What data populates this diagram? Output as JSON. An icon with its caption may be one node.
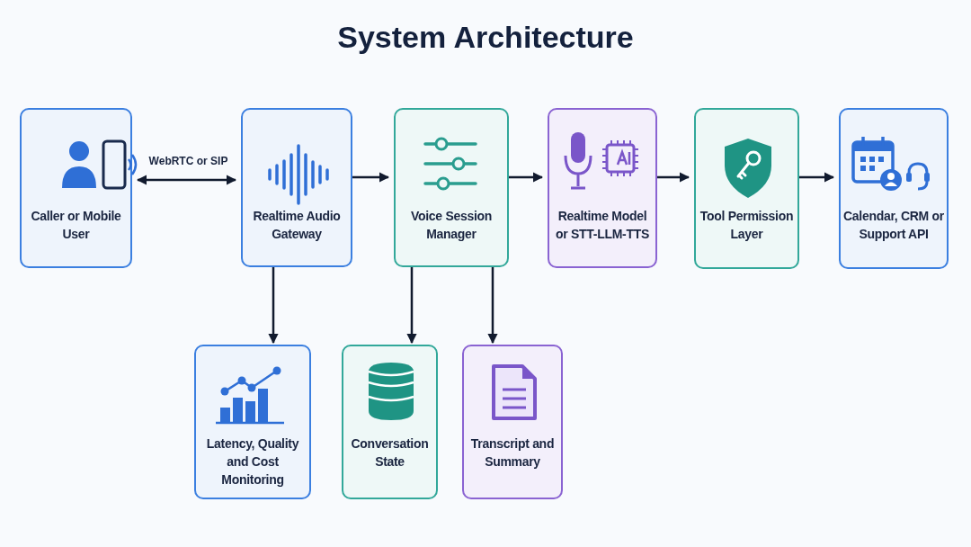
{
  "diagram": {
    "title": "System Architecture",
    "nodes": [
      {
        "text": [
          "Caller or Mobile User"
        ]
      },
      {
        "text": [
          "Realtime Audio Gateway"
        ]
      },
      {
        "text": [
          "Voice Session Manager"
        ]
      },
      {
        "text": [
          "Realtime Model or STT-LLM-TTS"
        ]
      },
      {
        "text": [
          "Tool Permission Layer"
        ]
      },
      {
        "text": [
          "Calendar, CRM or Support API"
        ]
      },
      {
        "text": [
          "Latency, Quality and Cost Monitoring"
        ]
      },
      {
        "text": [
          "Conversation State"
        ]
      },
      {
        "text": [
          "Transcript and Summary"
        ]
      }
    ],
    "edges": [
      {
        "from": 0,
        "to": 1,
        "arrow": "both",
        "label": "WebRTC or SIP"
      },
      {
        "from": 1,
        "to": 2,
        "arrow": "to"
      },
      {
        "from": 2,
        "to": 3,
        "arrow": "to"
      },
      {
        "from": 3,
        "to": 4,
        "arrow": "to"
      },
      {
        "from": 4,
        "to": 5,
        "arrow": "to"
      },
      {
        "from": 1,
        "to": 6,
        "arrow": "to"
      },
      {
        "from": 2,
        "to": 7,
        "arrow": "to"
      },
      {
        "from": 2,
        "to": 8,
        "arrow": "to"
      }
    ]
  }
}
